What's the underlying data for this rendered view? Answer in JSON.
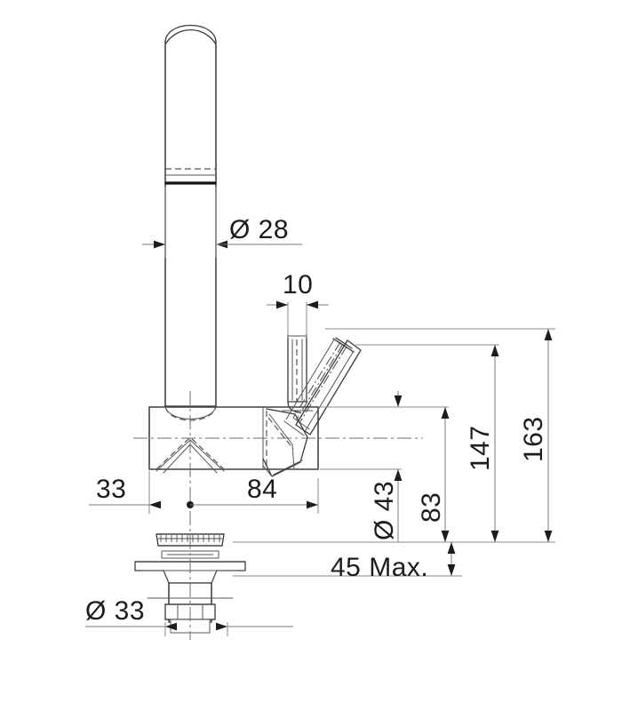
{
  "drawing": {
    "title": "Kitchen Mixer Tap Dimensional Drawing",
    "subject": "single-lever kitchen faucet",
    "view": "front elevation with section",
    "units": "mm",
    "background_color": "#ffffff",
    "line_color": "#3a3a3a",
    "dimension_color": "#7a7a7a",
    "text_color": "#1c1c1c"
  },
  "dimensions": {
    "spout_diameter": {
      "label": "Ø 28",
      "value": 28,
      "symbol": "diameter",
      "orientation": "horizontal",
      "measures": "spout tube outer diameter"
    },
    "lever_stem_width": {
      "label": "10",
      "value": 10,
      "symbol": "linear",
      "orientation": "horizontal",
      "measures": "lever stem thickness"
    },
    "body_offset_left": {
      "label": "33",
      "value": 33,
      "symbol": "linear",
      "orientation": "horizontal",
      "measures": "body left edge to mounting axis"
    },
    "body_reach": {
      "label": "84",
      "value": 84,
      "symbol": "linear",
      "orientation": "horizontal",
      "measures": "mounting axis to body right edge"
    },
    "body_diameter": {
      "label": "Ø 43",
      "value": 43,
      "symbol": "diameter",
      "orientation": "vertical",
      "measures": "body cylinder diameter"
    },
    "body_center_height": {
      "label": "83",
      "value": 83,
      "symbol": "linear",
      "orientation": "vertical",
      "measures": "deck to body top"
    },
    "height_to_lever": {
      "label": "147",
      "value": 147,
      "symbol": "linear",
      "orientation": "vertical",
      "measures": "deck to raised lever tip"
    },
    "overall_height": {
      "label": "163",
      "value": 163,
      "symbol": "linear",
      "orientation": "vertical",
      "measures": "deck to top of lever travel"
    },
    "deck_thickness": {
      "label": "45 Max.",
      "value": 45,
      "qualifier": "Max.",
      "symbol": "linear",
      "orientation": "vertical",
      "measures": "maximum worktop thickness"
    },
    "shank_diameter": {
      "label": "Ø 33",
      "value": 33,
      "symbol": "diameter",
      "orientation": "horizontal",
      "measures": "threaded shank outer diameter"
    }
  },
  "components": [
    {
      "name": "spout-tube",
      "note": "vertical round spout with domed top"
    },
    {
      "name": "aerator-band",
      "note": "thick band near spout base"
    },
    {
      "name": "body-cylinder",
      "note": "horizontal cylindrical valve body"
    },
    {
      "name": "lever-handle",
      "note": "angled lever, shown in two positions"
    },
    {
      "name": "escutcheon",
      "note": "knurled base ring"
    },
    {
      "name": "mounting-washer",
      "note": "flanged fixing washer"
    },
    {
      "name": "threaded-shank",
      "note": "threaded tail and fixing nut"
    }
  ]
}
